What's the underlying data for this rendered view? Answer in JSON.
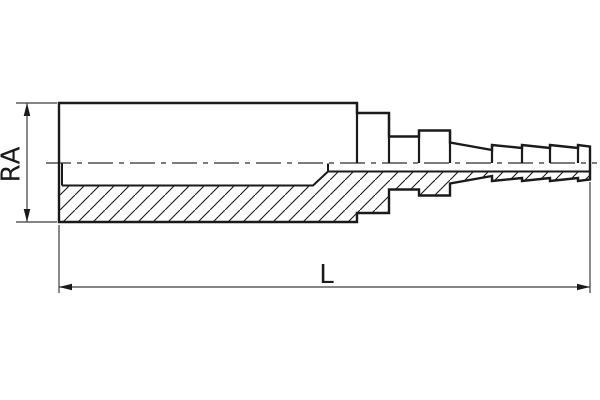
{
  "drawing": {
    "description": "technical-drawing-hose-barb-fitting-half-section",
    "labels": {
      "radial_dimension": "RA",
      "length_dimension": "L"
    },
    "colors": {
      "outline": "#1a1a1a",
      "thin_line": "#3c3c3c",
      "background": "#ffffff"
    }
  }
}
